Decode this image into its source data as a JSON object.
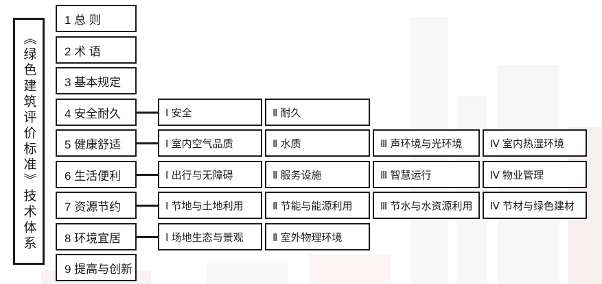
{
  "colors": {
    "line": "#1a1a1a",
    "text": "#1a1a1a",
    "background": "#ffffff"
  },
  "title": "《绿色建筑评价标准》技术体系",
  "chapters": [
    {
      "label": "1 总 则",
      "sections": []
    },
    {
      "label": "2 术 语",
      "sections": []
    },
    {
      "label": "3 基本规定",
      "sections": []
    },
    {
      "label": "4 安全耐久",
      "sections": [
        "Ⅰ 安全",
        "Ⅱ 耐久"
      ]
    },
    {
      "label": "5 健康舒适",
      "sections": [
        "Ⅰ 室内空气品质",
        "Ⅱ 水质",
        "Ⅲ 声环境与光环境",
        "Ⅳ 室内热湿环境"
      ]
    },
    {
      "label": "6 生活便利",
      "sections": [
        "Ⅰ 出行与无障碍",
        "Ⅱ 服务设施",
        "Ⅲ 智慧运行",
        "Ⅳ 物业管理"
      ]
    },
    {
      "label": "7 资源节约",
      "sections": [
        "Ⅰ 节地与土地利用",
        "Ⅱ 节能与能源利用",
        "Ⅲ 节水与水资源利用",
        "Ⅳ 节材与绿色建材"
      ]
    },
    {
      "label": "8 环境宜居",
      "sections": [
        "Ⅰ 场地生态与景观",
        "Ⅱ 室外物理环境"
      ]
    },
    {
      "label": "9 提高与创新",
      "sections": []
    }
  ]
}
